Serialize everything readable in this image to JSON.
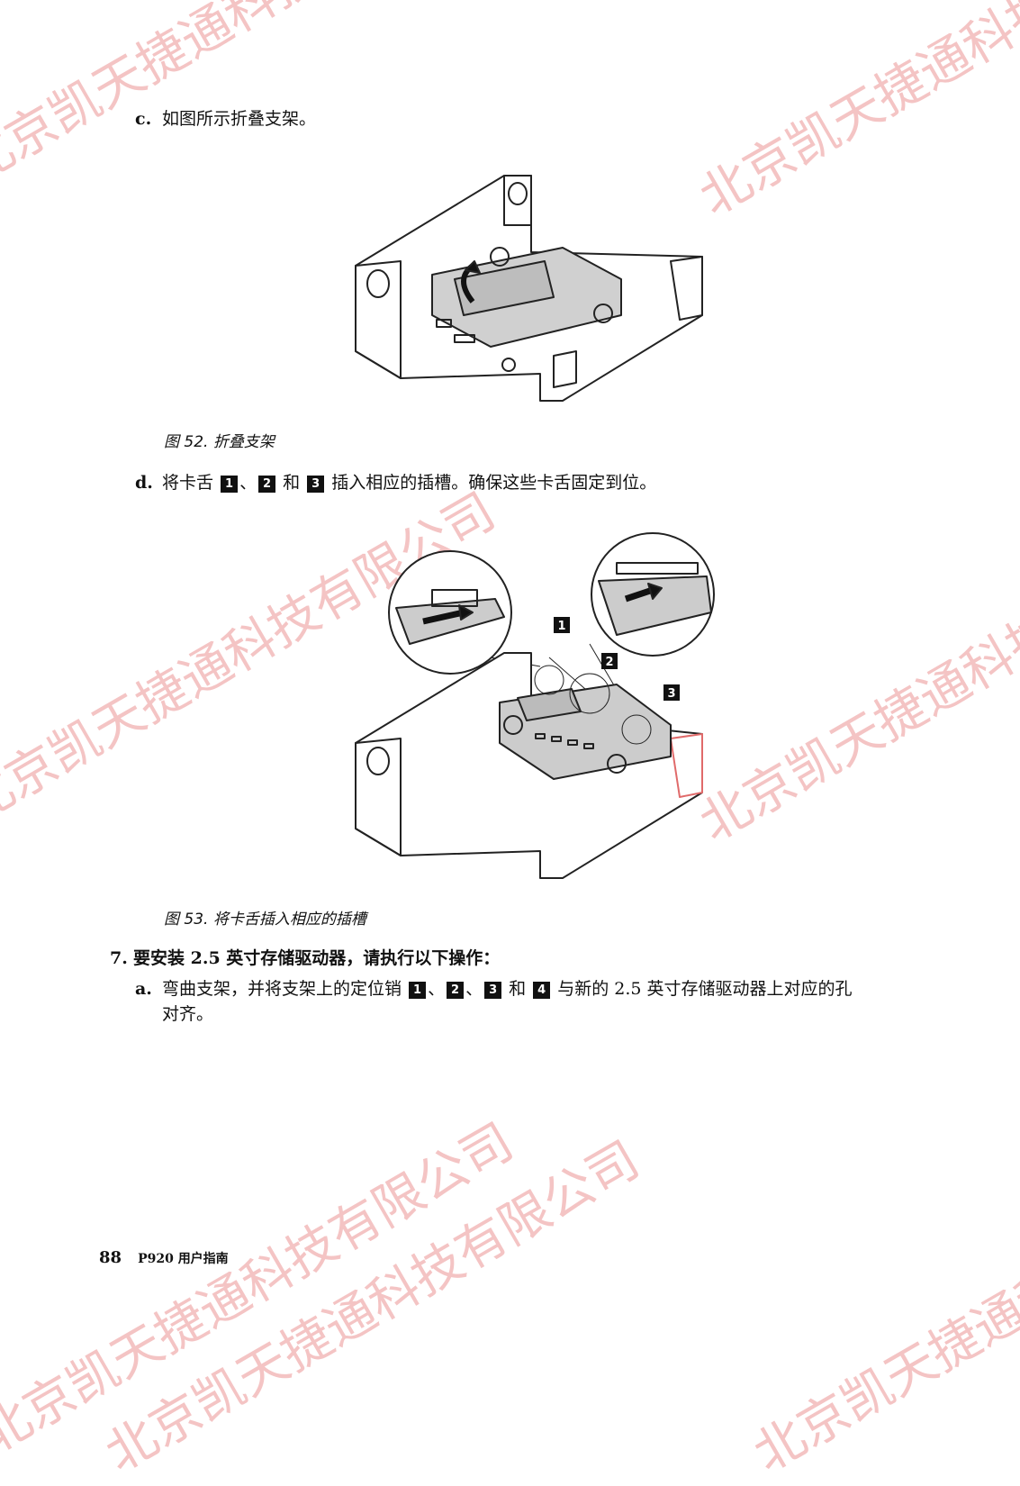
{
  "watermarks": [
    "北京凯天捷通科技有限公司",
    "北京凯天捷通科技有限公司",
    "北京凯天捷通科技有限公司",
    "北京凯天捷通科技有限公司",
    "北京凯天捷通科技有限公司",
    "北京凯天捷通科技有限公司",
    "北京凯天捷通科技有限公司"
  ],
  "step_c": {
    "label": "c.",
    "text": "如图所示折叠支架。"
  },
  "figure52": {
    "caption": "图 52. 折叠支架"
  },
  "step_d": {
    "label": "d.",
    "t1": "将卡舌",
    "b1": "1",
    "sep1": "、",
    "b2": "2",
    "and": "和",
    "b3": "3",
    "t2": "插入相应的插槽。确保这些卡舌固定到位。"
  },
  "figure53": {
    "caption": "图 53. 将卡舌插入相应的插槽",
    "callouts": [
      "1",
      "2",
      "3"
    ]
  },
  "step7": {
    "label": "7.",
    "text": "要安装 2.5 英寸存储驱动器，请执行以下操作："
  },
  "step_a": {
    "label": "a.",
    "t1": "弯曲支架，并将支架上的定位销",
    "b1": "1",
    "s1": "、",
    "b2": "2",
    "s2": "、",
    "b3": "3",
    "and": "和",
    "b4": "4",
    "t2": "与新的 2.5 英寸存储驱动器上对应的孔",
    "t3": "对齐。"
  },
  "footer": {
    "page": "88",
    "doc": "P920 用户指南"
  }
}
